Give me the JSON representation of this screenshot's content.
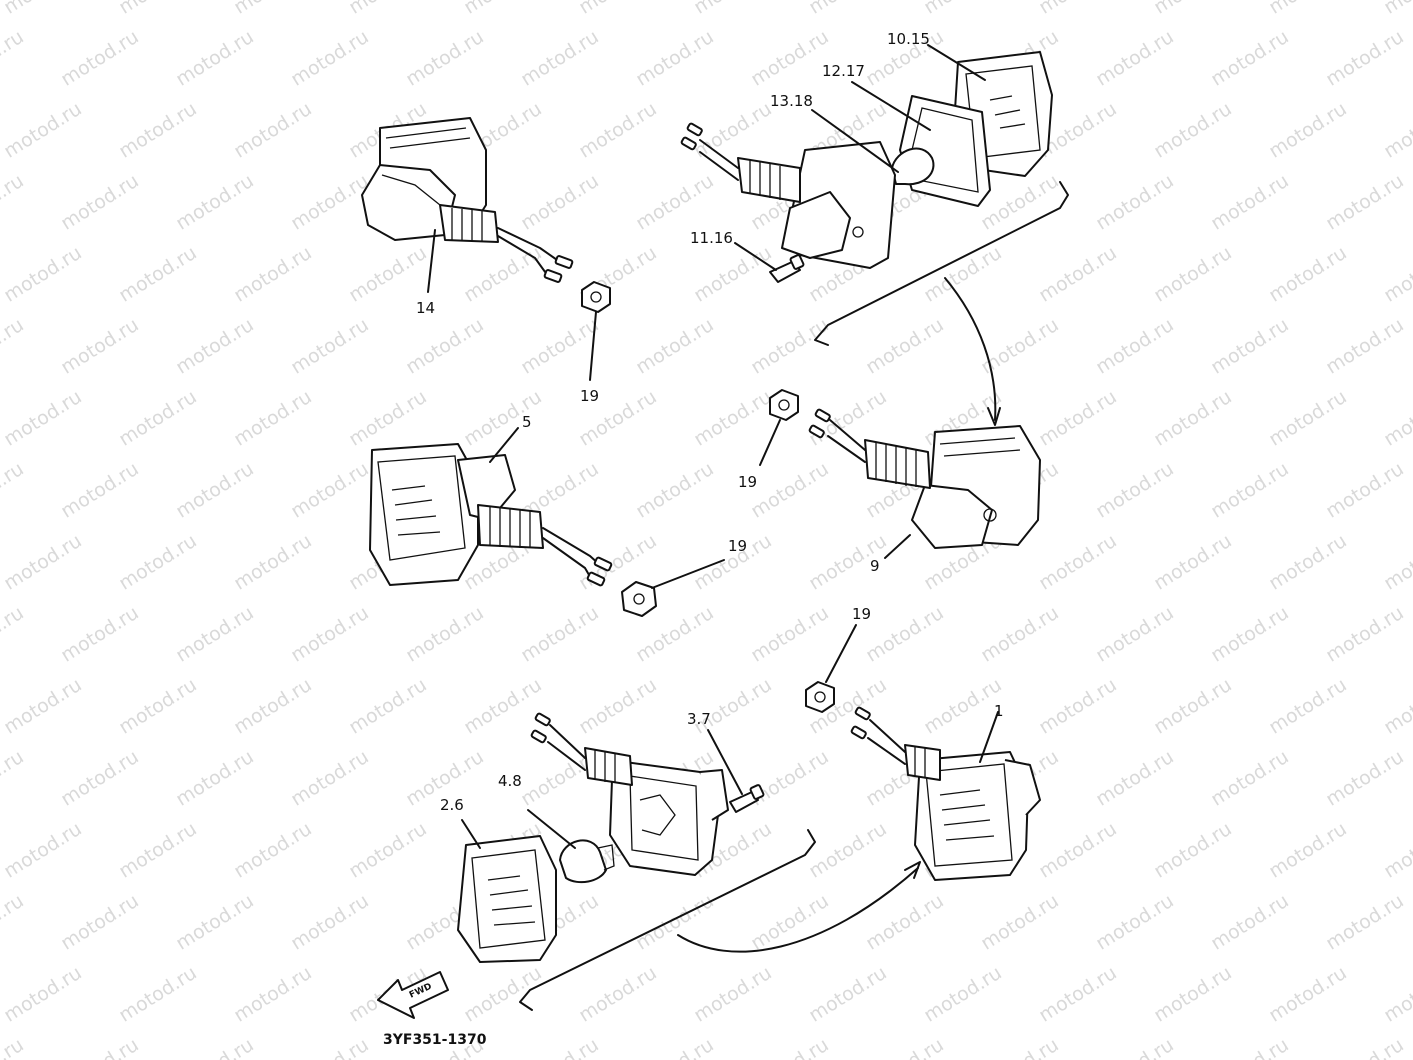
{
  "watermark": "motod.ru",
  "drawing_code": "3YF351-1370",
  "fwd_label": "FWD",
  "labels": {
    "p1": "1",
    "p26": "2.6",
    "p37": "3.7",
    "p48": "4.8",
    "p5": "5",
    "p9": "9",
    "p1015": "10.15",
    "p1116": "11.16",
    "p1217": "12.17",
    "p1318": "13.18",
    "p14": "14",
    "p19a": "19",
    "p19b": "19",
    "p19c": "19",
    "p19d": "19"
  },
  "colors": {
    "ink": "#111111",
    "watermark": "#d9d9d9",
    "background": "#ffffff"
  }
}
